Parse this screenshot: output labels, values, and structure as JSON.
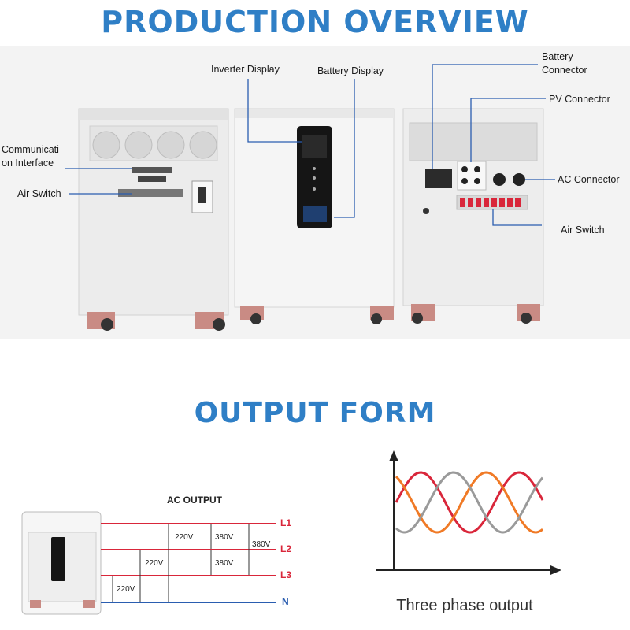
{
  "headings": {
    "production_overview": "PRODUCTION OVERVIEW",
    "output_form": "OUTPUT FORM"
  },
  "callouts": {
    "inverter_display": "Inverter Display",
    "battery_display": "Battery Display",
    "communication_interface": "Communicati\non Interface",
    "air_switch_left": "Air Switch",
    "battery_connector": "Battery\nConnector",
    "pv_connector": "PV Connector",
    "ac_connector": "AC Connector",
    "air_switch_right": "Air Switch"
  },
  "wiring": {
    "title": "AC OUTPUT",
    "lines": [
      "L1",
      "L2",
      "L3",
      "N"
    ],
    "line_colors": [
      "#d9263a",
      "#d9263a",
      "#d9263a",
      "#2a5db0"
    ],
    "voltages": {
      "l1_n": "220V",
      "l1_l2": "380V",
      "l1_l3": "380V",
      "l2_n": "220V",
      "l2_l3": "380V",
      "l3_n": "220V"
    }
  },
  "waveform": {
    "caption": "Three phase output",
    "colors": [
      "#d9263a",
      "#f07a26",
      "#9a9a9a"
    ]
  }
}
